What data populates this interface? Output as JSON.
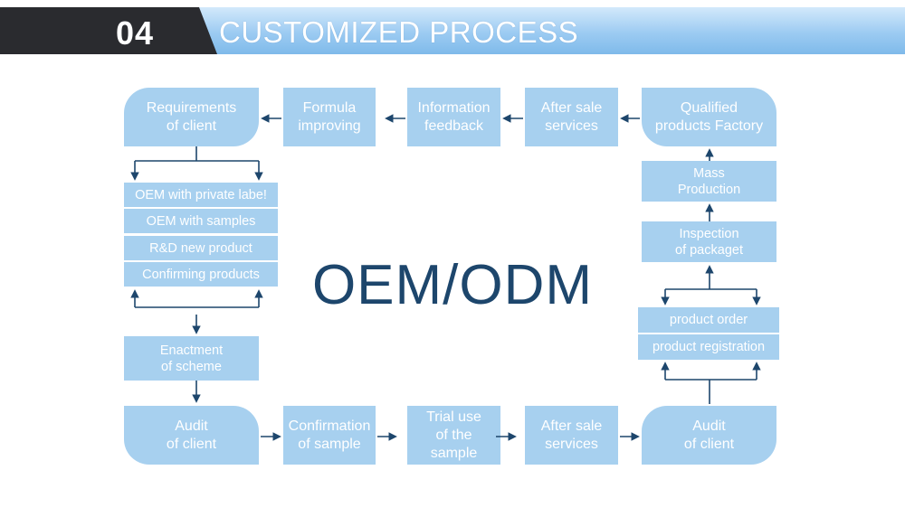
{
  "header": {
    "number": "04",
    "title": "CUSTOMIZED PROCESS"
  },
  "center_label": "OEM/ODM",
  "colors": {
    "box_fill": "#a7d0ef",
    "arrow": "#1d466c",
    "header_dark": "#2a2b2f",
    "header_blue": "#8fc3ee"
  },
  "nodes": {
    "requirements": "Requirements\nof client",
    "formula": "Formula\nimproving",
    "info_feedback": "Information\nfeedback",
    "after_sale_top": "After sale\nservices",
    "qualified": "Qualified\nproducts Factory",
    "oem_labe": "OEM with private labe!",
    "oem_samples": "OEM with samples",
    "rd_new": "R&D new product",
    "confirming": "Confirming products",
    "enactment": "Enactment\nof scheme",
    "audit_left": "Audit\nof client",
    "confirmation": "Confirmation\nof sample",
    "trial": "Trial use\nof the sample",
    "after_sale_bottom": "After sale\nservices",
    "audit_right": "Audit\nof client",
    "mass": "Mass\nProduction",
    "inspection": "Inspection\nof packaget",
    "product_order": "product order",
    "product_registration": "product registration"
  }
}
